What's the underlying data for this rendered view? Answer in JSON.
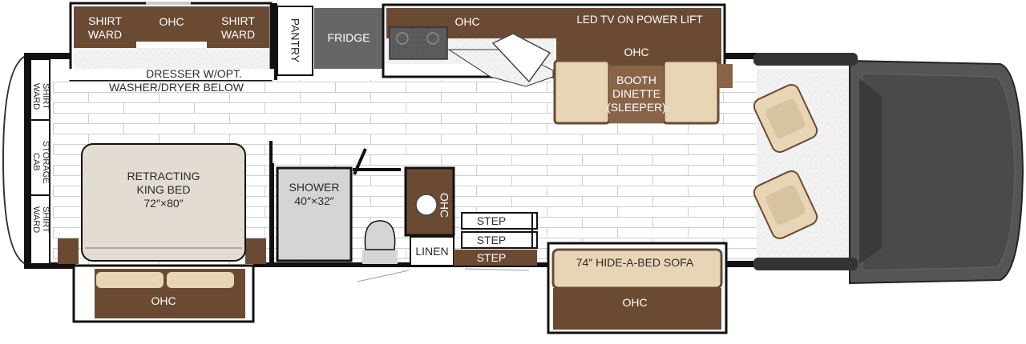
{
  "labels": {
    "shirt_ward_1": [
      "SHIRT",
      "WARD"
    ],
    "ohc_top_left": "OHC",
    "shirt_ward_2": [
      "SHIRT",
      "WARD"
    ],
    "pantry": "PANTRY",
    "fridge": "FRIDGE",
    "ohc_kitchen": "OHC",
    "led_tv": "LED TV ON POWER LIFT",
    "ohc_dinette": "OHC",
    "booth_dinette": [
      "BOOTH",
      "DINETTE",
      "(SLEEPER)"
    ],
    "dresser": [
      "DRESSER W/OPT.",
      "WASHER/DRYER BELOW"
    ],
    "shirt_ward_rear_top": [
      "SHIRT",
      "WARD"
    ],
    "storage_cab": [
      "STORAGE",
      "CAB"
    ],
    "shirt_ward_rear_bottom": [
      "SHIRT",
      "WARD"
    ],
    "bed": [
      "RETRACTING",
      "KING BED",
      "72″×80″"
    ],
    "shower": [
      "SHOWER",
      "40″×32″"
    ],
    "ohc_bath": "OHC",
    "linen": "LINEN",
    "steps": [
      "STEP",
      "STEP",
      "STEP"
    ],
    "sofa": "74″ HIDE-A-BED SOFA",
    "ohc_bed_slide": "OHC",
    "ohc_sofa_slide": "OHC"
  },
  "colors": {
    "cabinet_brown": "#6b4a33",
    "cabinet_brown_light": "#8a6448",
    "wall": "#111111",
    "floor_tile": "#ffffff",
    "counter_speckle": "#e8e8e8",
    "fridge_gray": "#666666",
    "bed_fill": "#e2dcd2",
    "seat_tan": "#e8d5b5",
    "cab_gray": "#4a4a4a"
  }
}
